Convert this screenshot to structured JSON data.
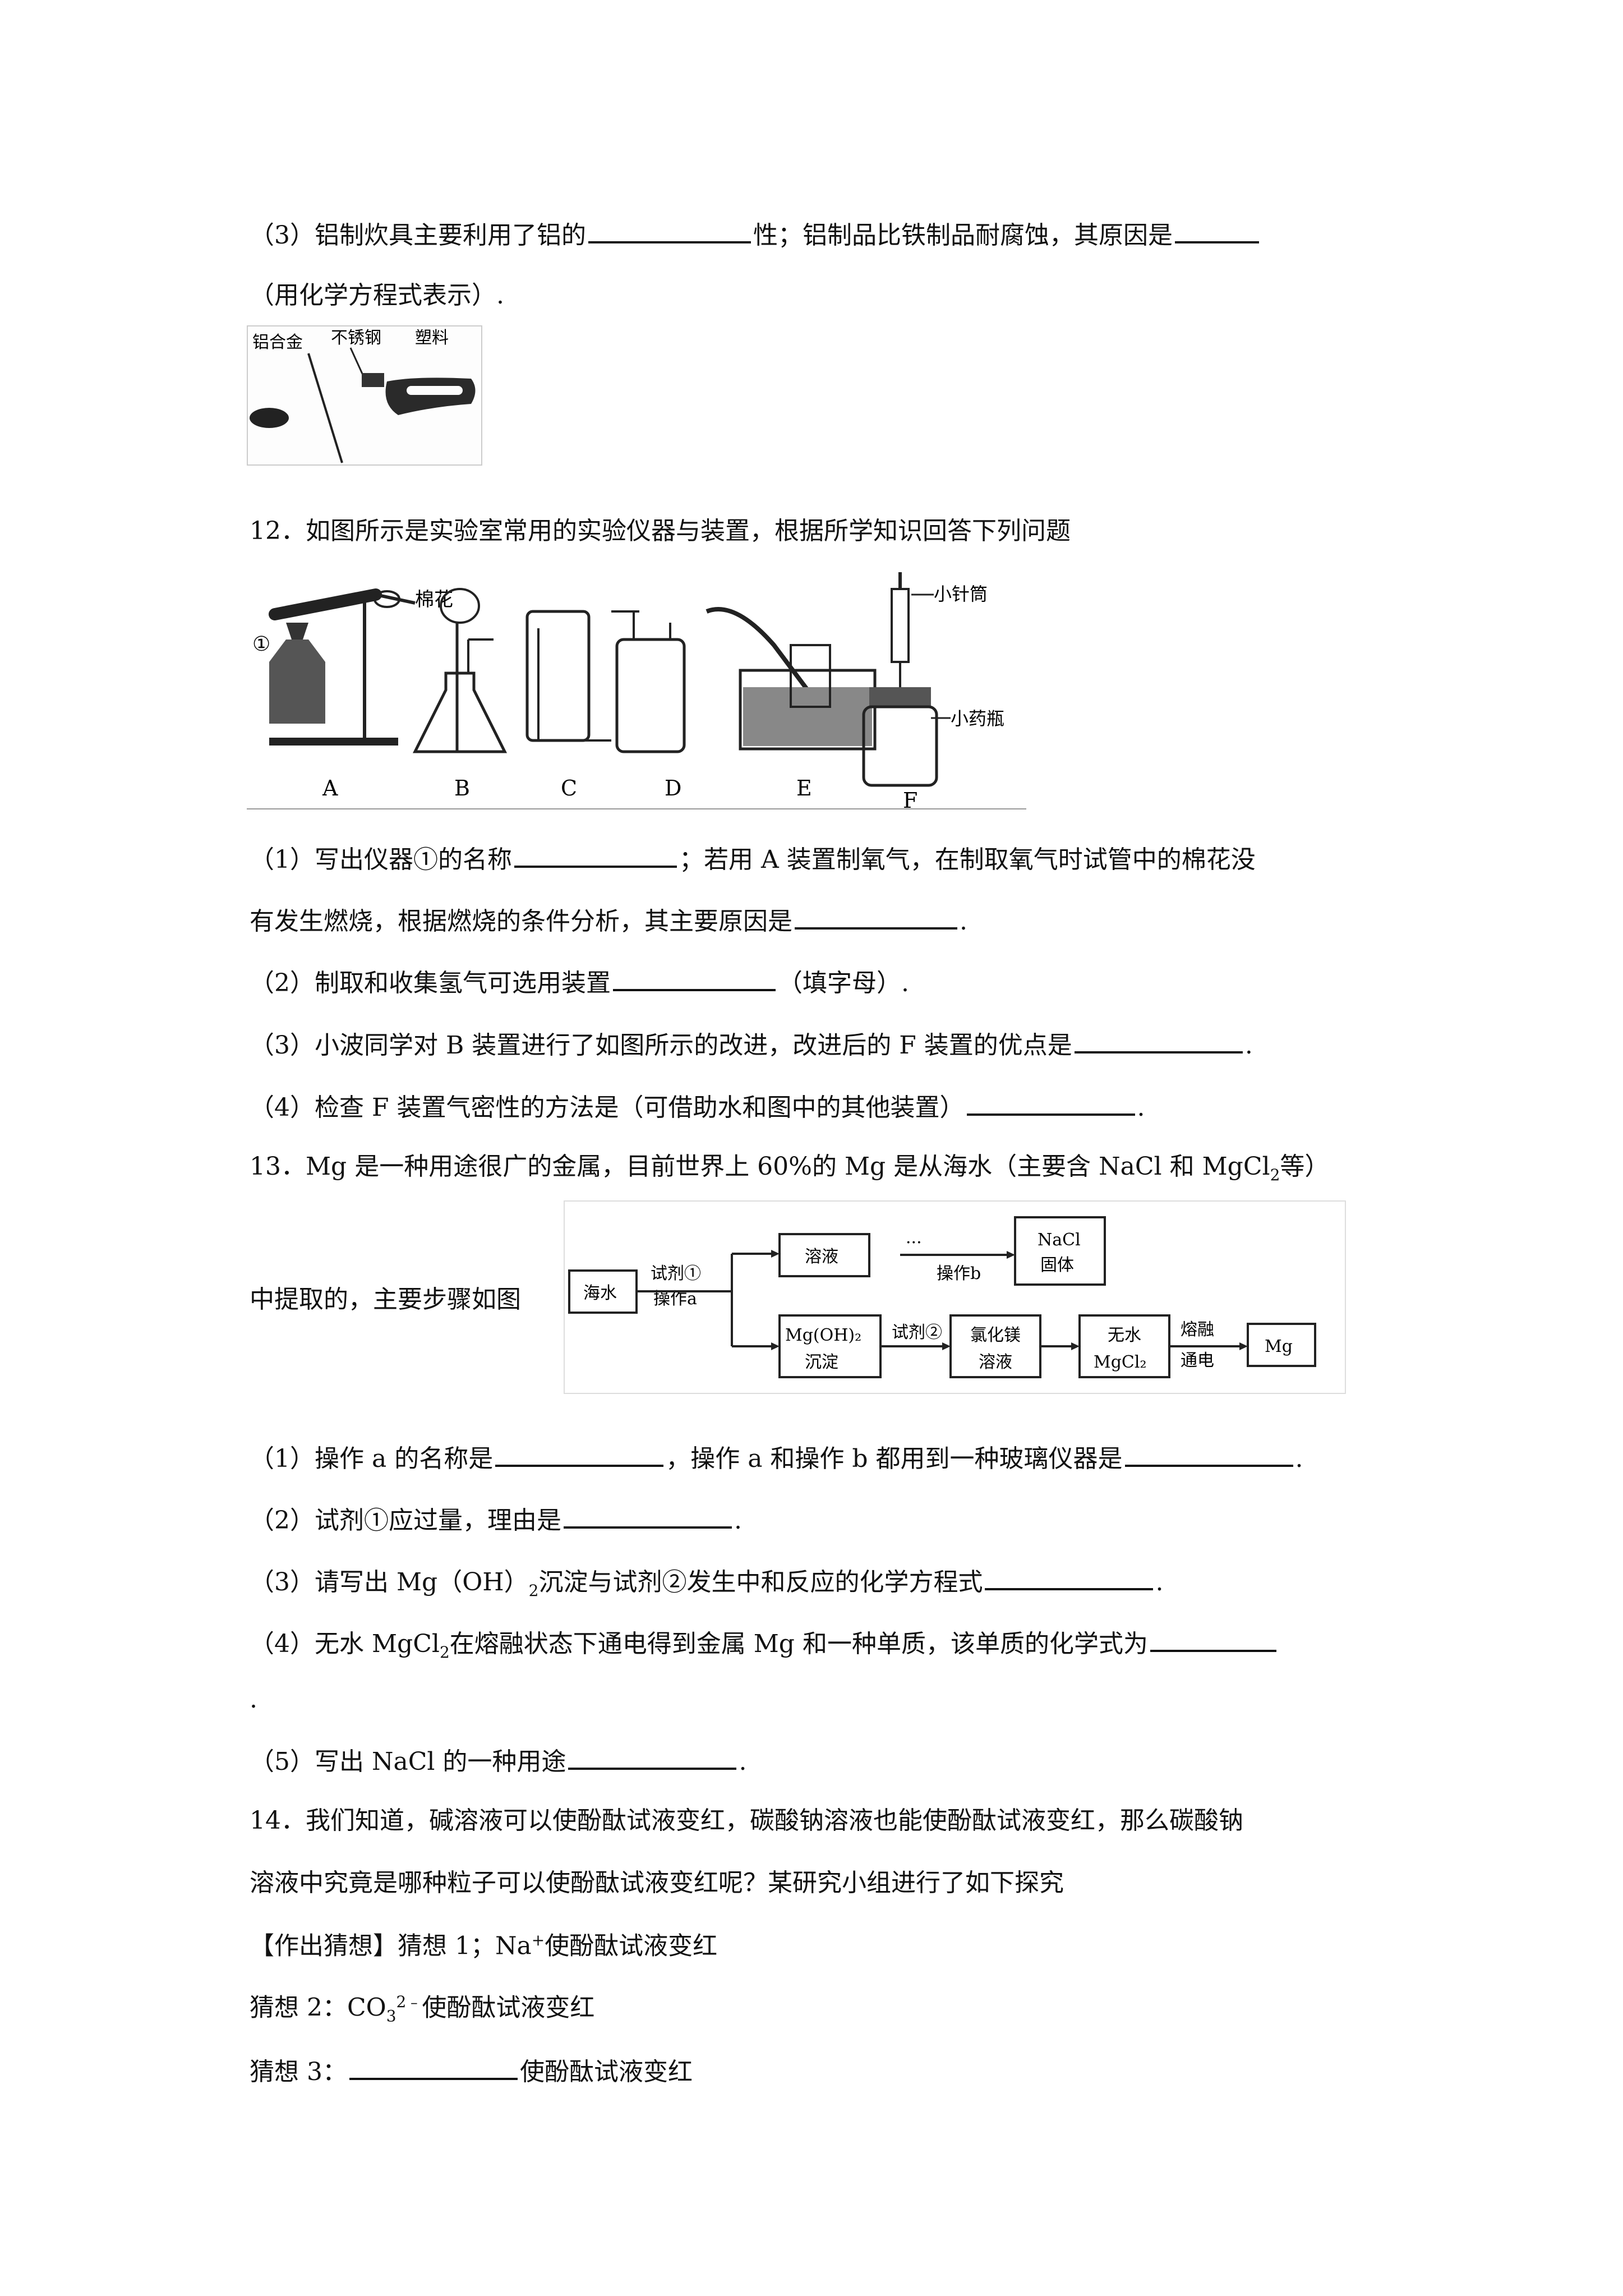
{
  "q11": {
    "p3_a": "（3）铝制炊具主要利用了铝的",
    "p3_b": "性；铝制品比铁制品耐腐蚀，其原因是",
    "p3_c": "（用化学方程式表示）.",
    "fig_labels": [
      "铝合金",
      "不锈钢",
      "塑料"
    ]
  },
  "q12": {
    "stem": "12．如图所示是实验室常用的实验仪器与装置，根据所学知识回答下列问题",
    "fig": {
      "label_circle": "①",
      "label_cotton": "棉花",
      "letters": [
        "A",
        "B",
        "C",
        "D",
        "E",
        "F"
      ],
      "label_syringe": "小针筒",
      "label_bottle": "小药瓶"
    },
    "p1_a": "（1）写出仪器①的名称",
    "p1_b": "；若用 A 装置制氧气，在制取氧气时试管中的棉花没",
    "p1_c": "有发生燃烧，根据燃烧的条件分析，其主要原因是",
    "p1_end": ".",
    "p2_a": "（2）制取和收集氢气可选用装置",
    "p2_b": "（填字母）.",
    "p3_a": "（3）小波同学对 B 装置进行了如图所示的改进，改进后的 F 装置的优点是",
    "p3_end": ".",
    "p4_a": "（4）检查 F 装置气密性的方法是（可借助水和图中的其他装置）",
    "p4_end": "."
  },
  "q13": {
    "stem_a": "13．Mg 是一种用途很广的金属，目前世界上 60%的 Mg 是从海水（主要含 NaCl 和 MgCl",
    "stem_sub": "2",
    "stem_b": "等）",
    "stem_c": "中提取的，主要步骤如图",
    "flow": {
      "seawater": "海水",
      "reagent1": "试剂①",
      "op_a": "操作a",
      "solution": "溶液",
      "dots": "···",
      "op_b": "操作b",
      "nacl_1": "NaCl",
      "nacl_2": "固体",
      "mgoh2_1": "Mg(OH)₂",
      "mgoh2_2": "沉淀",
      "reagent2": "试剂②",
      "mgcl2sol_1": "氯化镁",
      "mgcl2sol_2": "溶液",
      "anhyd_1": "无水",
      "anhyd_2": "MgCl₂",
      "melt_1": "熔融",
      "melt_2": "通电",
      "mg": "Mg"
    },
    "p1_a": "（1）操作 a 的名称是",
    "p1_b": "，操作 a 和操作 b 都用到一种玻璃仪器是",
    "p1_end": ".",
    "p2_a": "（2）试剂①应过量，理由是",
    "p2_end": ".",
    "p3_a": "（3）请写出 Mg（OH）",
    "p3_sub": "2",
    "p3_b": "沉淀与试剂②发生中和反应的化学方程式",
    "p3_end": ".",
    "p4_a": "（4）无水 MgCl",
    "p4_sub": "2",
    "p4_b": "在熔融状态下通电得到金属 Mg 和一种单质，该单质的化学式为",
    "p4_end": ".",
    "p5_a": "（5）写出 NaCl 的一种用途",
    "p5_end": "."
  },
  "q14": {
    "stem_1": "14．我们知道，碱溶液可以使酚酞试液变红，碳酸钠溶液也能使酚酞试液变红，那么碳酸钠",
    "stem_2": "溶液中究竟是哪种粒子可以使酚酞试液变红呢？某研究小组进行了如下探究",
    "g1_a": "【作出猜想】猜想 1；Na",
    "g1_sup": "+",
    "g1_b": "使酚酞试液变红",
    "g2_a": "猜想 2：CO",
    "g2_sub": "3",
    "g2_sup": "2﹣",
    "g2_b": "使酚酞试液变红",
    "g3_a": "猜想 3：",
    "g3_b": "使酚酞试液变红"
  }
}
